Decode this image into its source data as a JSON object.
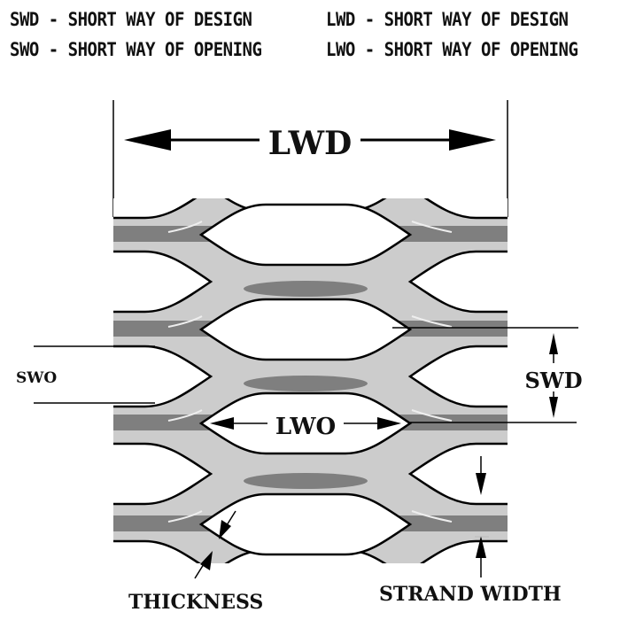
{
  "legend": {
    "left": [
      {
        "abbr": "SWD",
        "text": "SWD - SHORT WAY OF DESIGN"
      },
      {
        "abbr": "SWO",
        "text": "SWO - SHORT WAY OF OPENING"
      }
    ],
    "right": [
      {
        "abbr": "LWD",
        "text": "LWD - SHORT WAY OF DESIGN"
      },
      {
        "abbr": "LWO",
        "text": "LWO - SHORT WAY OF OPENING"
      }
    ]
  },
  "labels": {
    "lwd": "LWD",
    "lwo": "LWO",
    "swd": "SWD",
    "swo": "SWO",
    "thickness": "THICKNESS",
    "strand_width": "STRAND WIDTH"
  },
  "colors": {
    "strand_light": "#cccccc",
    "strand_dark": "#7f7f7f",
    "outline": "#000000",
    "highlight": "#eeeeee",
    "background": "#ffffff"
  }
}
